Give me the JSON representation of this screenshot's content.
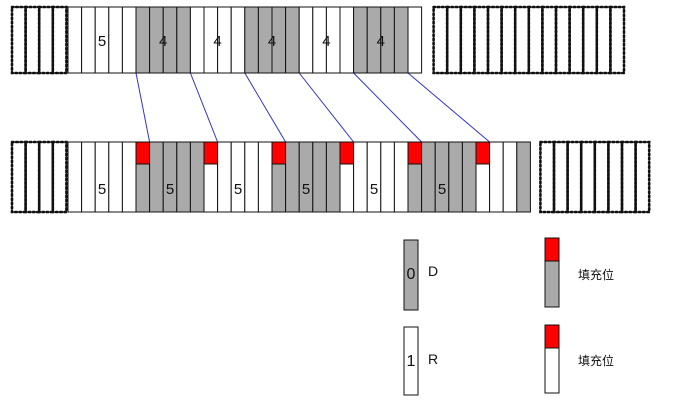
{
  "colors": {
    "data_fill": "#aaaaaa",
    "empty_fill": "#ffffff",
    "stroke": "#111111",
    "padding_fill": "#ff0000",
    "connector": "#3333cc"
  },
  "top_row": {
    "runs": [
      {
        "bit": "1",
        "count": 5,
        "label": "5"
      },
      {
        "bit": "0",
        "count": 4,
        "label": "4"
      },
      {
        "bit": "1",
        "count": 4,
        "label": "4"
      },
      {
        "bit": "0",
        "count": 4,
        "label": "4"
      },
      {
        "bit": "1",
        "count": 4,
        "label": "4"
      },
      {
        "bit": "0",
        "count": 4,
        "label": "4"
      },
      {
        "bit": "1",
        "count": 1,
        "label": ""
      }
    ]
  },
  "bottom_row": {
    "runs": [
      {
        "bit": "1",
        "count": 5,
        "label": "5",
        "padded_first": false
      },
      {
        "bit": "0",
        "count": 5,
        "label": "5",
        "padded_first": true
      },
      {
        "bit": "1",
        "count": 5,
        "label": "5",
        "padded_first": true
      },
      {
        "bit": "0",
        "count": 5,
        "label": "5",
        "padded_first": true
      },
      {
        "bit": "1",
        "count": 5,
        "label": "5",
        "padded_first": true
      },
      {
        "bit": "0",
        "count": 5,
        "label": "5",
        "padded_first": true
      },
      {
        "bit": "1",
        "count": 3,
        "label": "",
        "padded_first": true
      },
      {
        "bit": "0",
        "count": 1,
        "label": "",
        "padded_first": false
      }
    ]
  },
  "legend": {
    "data_bit_value": "0",
    "data_bit_name": "D",
    "empty_bit_value": "1",
    "empty_bit_name": "R",
    "padding_on_data_label": "填充位",
    "padding_on_empty_label": "填充位"
  }
}
